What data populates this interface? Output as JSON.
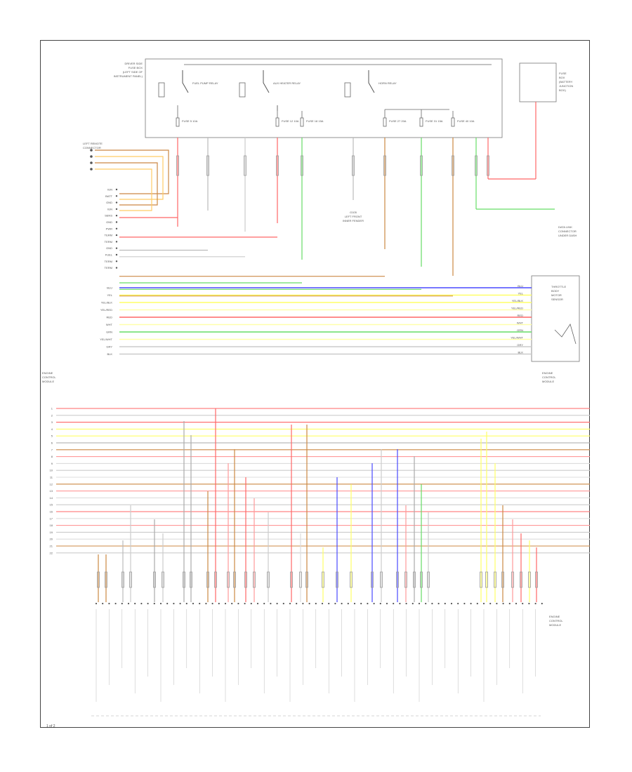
{
  "page_number": "1 of 2",
  "upper_module": {
    "title_lines": [
      "DRIVER SIDE",
      "FUSE BOX",
      "(LEFT SIDE OF",
      "INSTRUMENT PANEL)"
    ],
    "relays": [
      {
        "label": "FUEL PUMP RELAY"
      },
      {
        "label": "AUX HEATER RELAY"
      },
      {
        "label": "HORN RELAY"
      }
    ],
    "fuses": [
      {
        "label": "FUSE 5 10A"
      },
      {
        "label": "FUSE 12 10A"
      },
      {
        "label": "FUSE 18 15A"
      },
      {
        "label": "FUSE 27 20A"
      },
      {
        "label": "FUSE 31 15A"
      },
      {
        "label": "FUSE 40 10A"
      }
    ]
  },
  "battery_block": {
    "lines": [
      "FUSE",
      "BOX",
      "(BATTERY",
      "JUNCTION",
      "BOX)"
    ]
  },
  "left_connector": {
    "title_lines": [
      "LEFT REMOTE",
      "CONNECTOR"
    ]
  },
  "ground_label": {
    "lines": [
      "G105",
      "LEFT FRONT",
      "INNER FENDER"
    ]
  },
  "right_side_label": {
    "lines": [
      "DATA LINK",
      "CONNECTOR",
      "UNDER DASH"
    ]
  },
  "center_module": {
    "lines": [
      "THROTTLE",
      "BODY",
      "MOTOR",
      "SENSOR"
    ]
  },
  "ecm_label": {
    "lines": [
      "ENGINE",
      "CONTROL",
      "MODULE"
    ]
  },
  "ecm_lower_label": {
    "lines": [
      "ENGINE",
      "CONTROL",
      "MODULE"
    ]
  },
  "upper_pin_labels": [
    "IGN",
    "BATT",
    "GND",
    "IGN",
    "SENS",
    "GND",
    "PWR",
    "TERM",
    "TERM",
    "GND",
    "FUEL",
    "TERM",
    "TERM"
  ],
  "sensor_rows": [
    {
      "color": "#4a4aff",
      "label": "BLU"
    },
    {
      "color": "#ffff66",
      "label": "YEL"
    },
    {
      "color": "#ffff66",
      "label": "YEL/BLK"
    },
    {
      "color": "#ffffaa",
      "label": "YEL/RED"
    },
    {
      "color": "#ff6666",
      "label": "RED"
    },
    {
      "color": "#ffffaa",
      "label": "WHT"
    },
    {
      "color": "#66dd66",
      "label": "GRN"
    },
    {
      "color": "#ffffaa",
      "label": "YEL/WHT"
    },
    {
      "color": "#cccccc",
      "label": "GRY"
    },
    {
      "color": "#cccccc",
      "label": "BLK"
    }
  ],
  "bus_rows": [
    {
      "color": "#ff6666"
    },
    {
      "color": "#cccccc"
    },
    {
      "color": "#ff6666"
    },
    {
      "color": "#ffff66"
    },
    {
      "color": "#ffff66"
    },
    {
      "color": "#aaaaaa"
    },
    {
      "color": "#cc8844"
    },
    {
      "color": "#ff9999"
    },
    {
      "color": "#dddddd"
    },
    {
      "color": "#cccccc"
    },
    {
      "color": "#dddddd"
    },
    {
      "color": "#cc8844"
    },
    {
      "color": "#ff9999"
    },
    {
      "color": "#dddddd"
    },
    {
      "color": "#cccccc"
    },
    {
      "color": "#ff6666"
    },
    {
      "color": "#dddddd"
    },
    {
      "color": "#ff9999"
    },
    {
      "color": "#cccccc"
    },
    {
      "color": "#dddddd"
    },
    {
      "color": "#cc8844"
    },
    {
      "color": "#cccccc"
    }
  ],
  "bottom_pin_count": 70
}
